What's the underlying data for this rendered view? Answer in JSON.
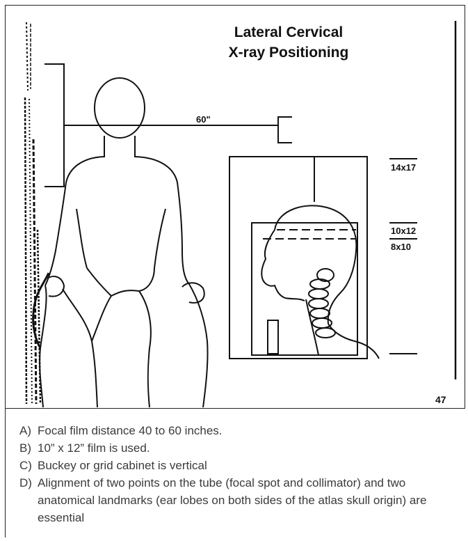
{
  "title": {
    "line1": "Lateral Cervical",
    "line2": "X-ray Positioning"
  },
  "diagram": {
    "distance_label": "60\"",
    "film_labels": {
      "large": "14x17",
      "medium": "10x12",
      "small": "8x10"
    }
  },
  "page_number": "47",
  "notes": [
    {
      "letter": "A)",
      "text": "Focal film distance 40 to 60 inches."
    },
    {
      "letter": "B)",
      "text": "10” x 12” film is used."
    },
    {
      "letter": "C)",
      "text": "Buckey or grid cabinet is vertical"
    },
    {
      "letter": "D)",
      "text": "Alignment of two points on the tube  (focal spot and collimator) and two anatomical landmarks (ear lobes on  both sides of the atlas skull origin) are essential"
    }
  ]
}
